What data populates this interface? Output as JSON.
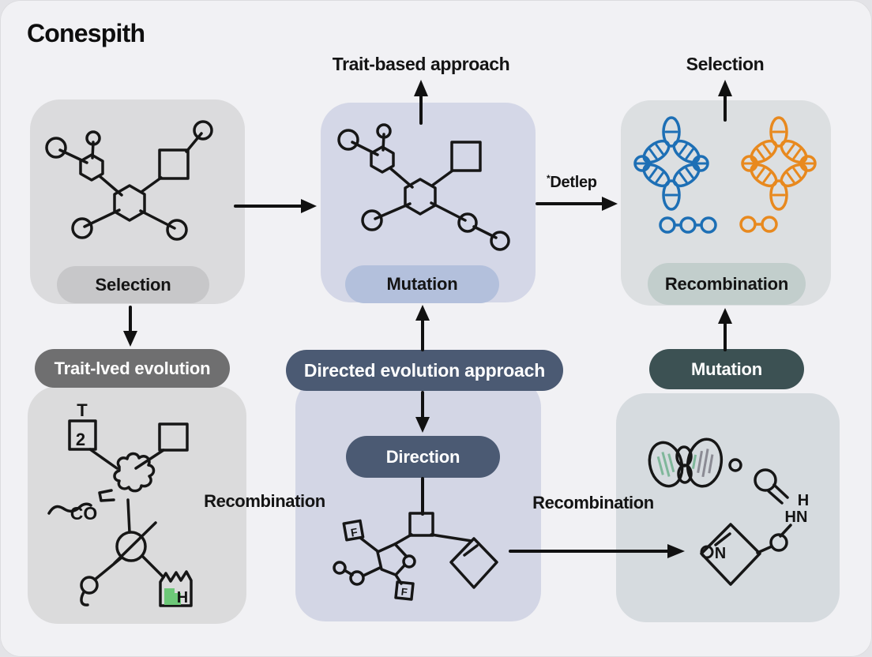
{
  "title": "Conespith",
  "top_row": {
    "left": {
      "label": "Selection"
    },
    "center": {
      "label": "Mutation",
      "caption": "Trait-based approach"
    },
    "right": {
      "label": "Recombination",
      "caption": "Selection"
    },
    "arrow_label_sup": "*",
    "arrow_label": "Detlep"
  },
  "middle_row": {
    "left_pill": "Trait-lved evolution",
    "center_pill": "Directed evolution approach",
    "right_pill": "Mutation"
  },
  "bottom_row": {
    "direction_pill": "Direction",
    "left_arrow_label": "Recombination",
    "right_arrow_label": "Recombination"
  },
  "annotations": {
    "square_top": "T",
    "square_num": "2",
    "co": "CO",
    "doc_h": "H",
    "f_upper": "F",
    "f_lower": "F",
    "diamond_n": "N",
    "amine_h": "H",
    "amine_hn": "HN"
  },
  "colors": {
    "green": "#6dc878",
    "orange": "#f5891f",
    "node_blue": "#a3b5db",
    "dna_blue": "#1d6fb5",
    "dna_orange": "#e8891e",
    "pill_slate": "#4b5a73",
    "pill_teal": "#3c5153",
    "pill_gray": "#6f6f70"
  }
}
